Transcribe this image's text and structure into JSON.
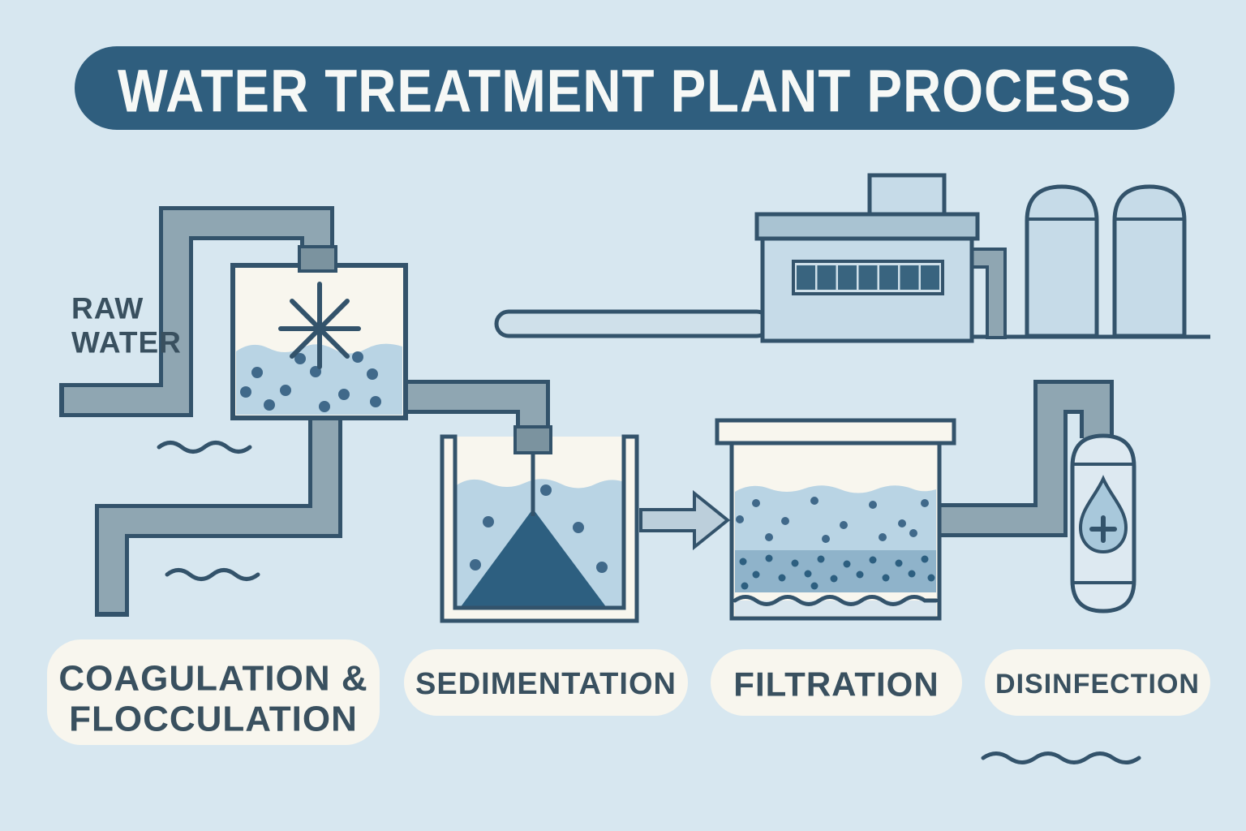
{
  "title": "WATER TREATMENT PLANT PROCESS",
  "source_label": {
    "line1": "RAW",
    "line2": "WATER"
  },
  "stages": [
    {
      "id": "coagulation-flocculation",
      "label_line1": "COAGULATION &",
      "label_line2": "FLOCCULATION"
    },
    {
      "id": "sedimentation",
      "label": "SEDIMENTATION"
    },
    {
      "id": "filtration",
      "label": "FILTRATION"
    },
    {
      "id": "disinfection",
      "label": "DISINFECTION"
    }
  ],
  "icons": {
    "mixer": "asterisk-impeller",
    "disinfectant": "water-droplet-with-plus",
    "flow": "right-arrow",
    "waves": "wavy-water-lines"
  },
  "colors": {
    "background": "#d7e7f0",
    "banner": "#2f5e7e",
    "banner_text": "#f6f8f6",
    "outline": "#33536b",
    "pipe": "#8fa6b2",
    "fitting": "#7b939f",
    "water": "#b9d4e4",
    "water_deep": "#8fb3ca",
    "dots": "#40698a",
    "sediment": "#2d5f80",
    "cream": "#f8f6ee",
    "label_text": "#39505f",
    "tank_fill": "#c6dbe8",
    "roof": "#a9c3d2",
    "window": "#39647f",
    "arrow": "#bccfdb",
    "capsule": "#dde9f1",
    "drop": "#a8c8db",
    "channel": "#cfe0ea",
    "filter_bottom": "#d9e6ee"
  }
}
